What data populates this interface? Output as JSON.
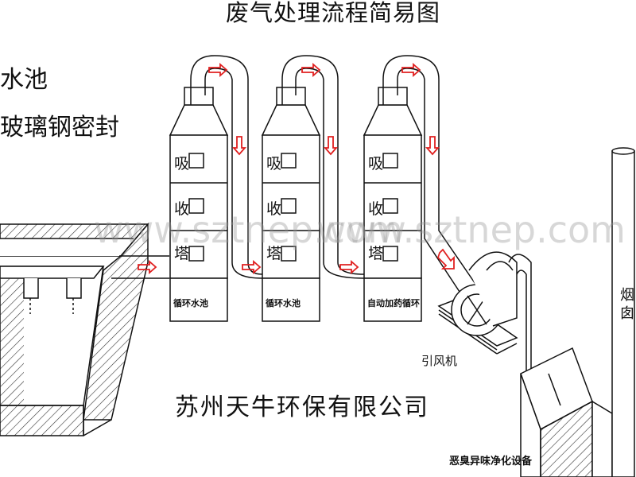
{
  "title": "废气处理流程简易图",
  "left_labels": [
    "水池",
    "玻璃钢密封"
  ],
  "towers": [
    {
      "chars": [
        "吸",
        "收",
        "塔"
      ],
      "base_label": "循环水池"
    },
    {
      "chars": [
        "吸",
        "收",
        "塔"
      ],
      "base_label": "循环水池"
    },
    {
      "chars": [
        "吸",
        "收",
        "塔"
      ],
      "base_label": "自动加药循环"
    }
  ],
  "fan_label": "引风机",
  "deodorizer_label": "恶臭异味净化设备",
  "chimney_label": "烟囱",
  "company": "苏州天牛环保有限公司",
  "watermark": [
    "www.sztnep.com",
    "www.sztnep.com"
  ],
  "colors": {
    "arrow": "#e02020",
    "line": "#111111"
  }
}
